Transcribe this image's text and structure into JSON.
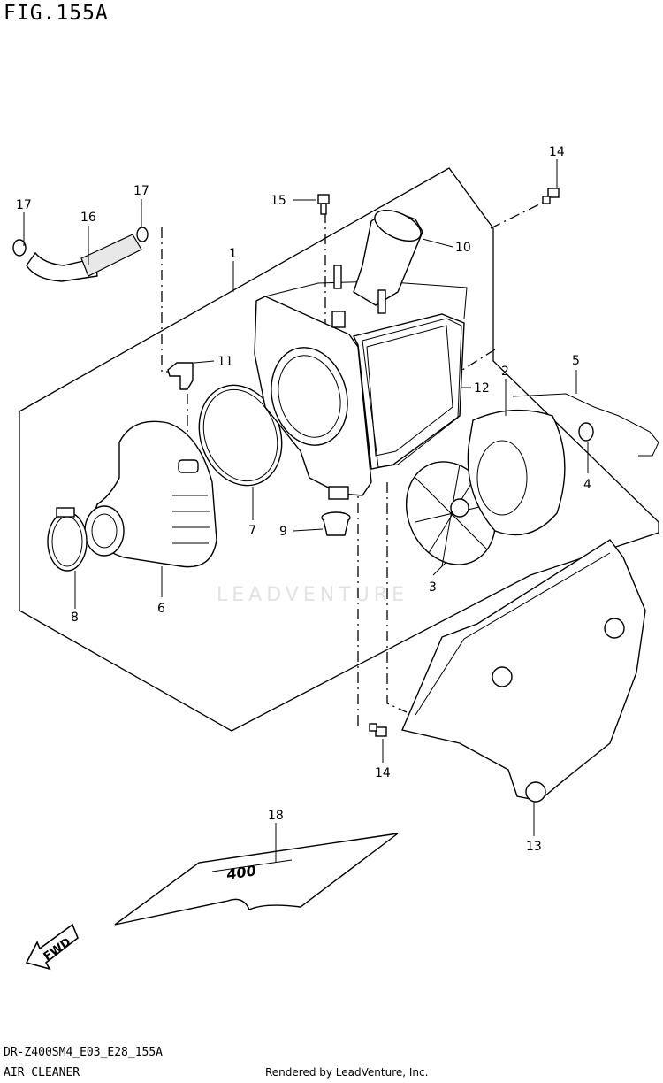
{
  "figure": {
    "title": "FIG.155A",
    "model_code": "DR-Z400SM4_E03_E28_155A",
    "section_name": "AIR CLEANER",
    "render_credit": "Rendered by LeadVenture, Inc.",
    "watermark": "LEADVENTURE"
  },
  "callouts": [
    {
      "id": "c1",
      "label": "1"
    },
    {
      "id": "c2",
      "label": "2"
    },
    {
      "id": "c3",
      "label": "3"
    },
    {
      "id": "c4",
      "label": "4"
    },
    {
      "id": "c5",
      "label": "5"
    },
    {
      "id": "c6",
      "label": "6"
    },
    {
      "id": "c7",
      "label": "7"
    },
    {
      "id": "c8",
      "label": "8"
    },
    {
      "id": "c9",
      "label": "9"
    },
    {
      "id": "c10",
      "label": "10"
    },
    {
      "id": "c11",
      "label": "11"
    },
    {
      "id": "c12",
      "label": "12"
    },
    {
      "id": "c13",
      "label": "13"
    },
    {
      "id": "c14a",
      "label": "14"
    },
    {
      "id": "c14b",
      "label": "14"
    },
    {
      "id": "c15",
      "label": "15"
    },
    {
      "id": "c16",
      "label": "16"
    },
    {
      "id": "c17a",
      "label": "17"
    },
    {
      "id": "c17b",
      "label": "17"
    },
    {
      "id": "c18",
      "label": "18"
    }
  ],
  "fwd_arrow": {
    "label": "FWD"
  },
  "decal_text": "400"
}
